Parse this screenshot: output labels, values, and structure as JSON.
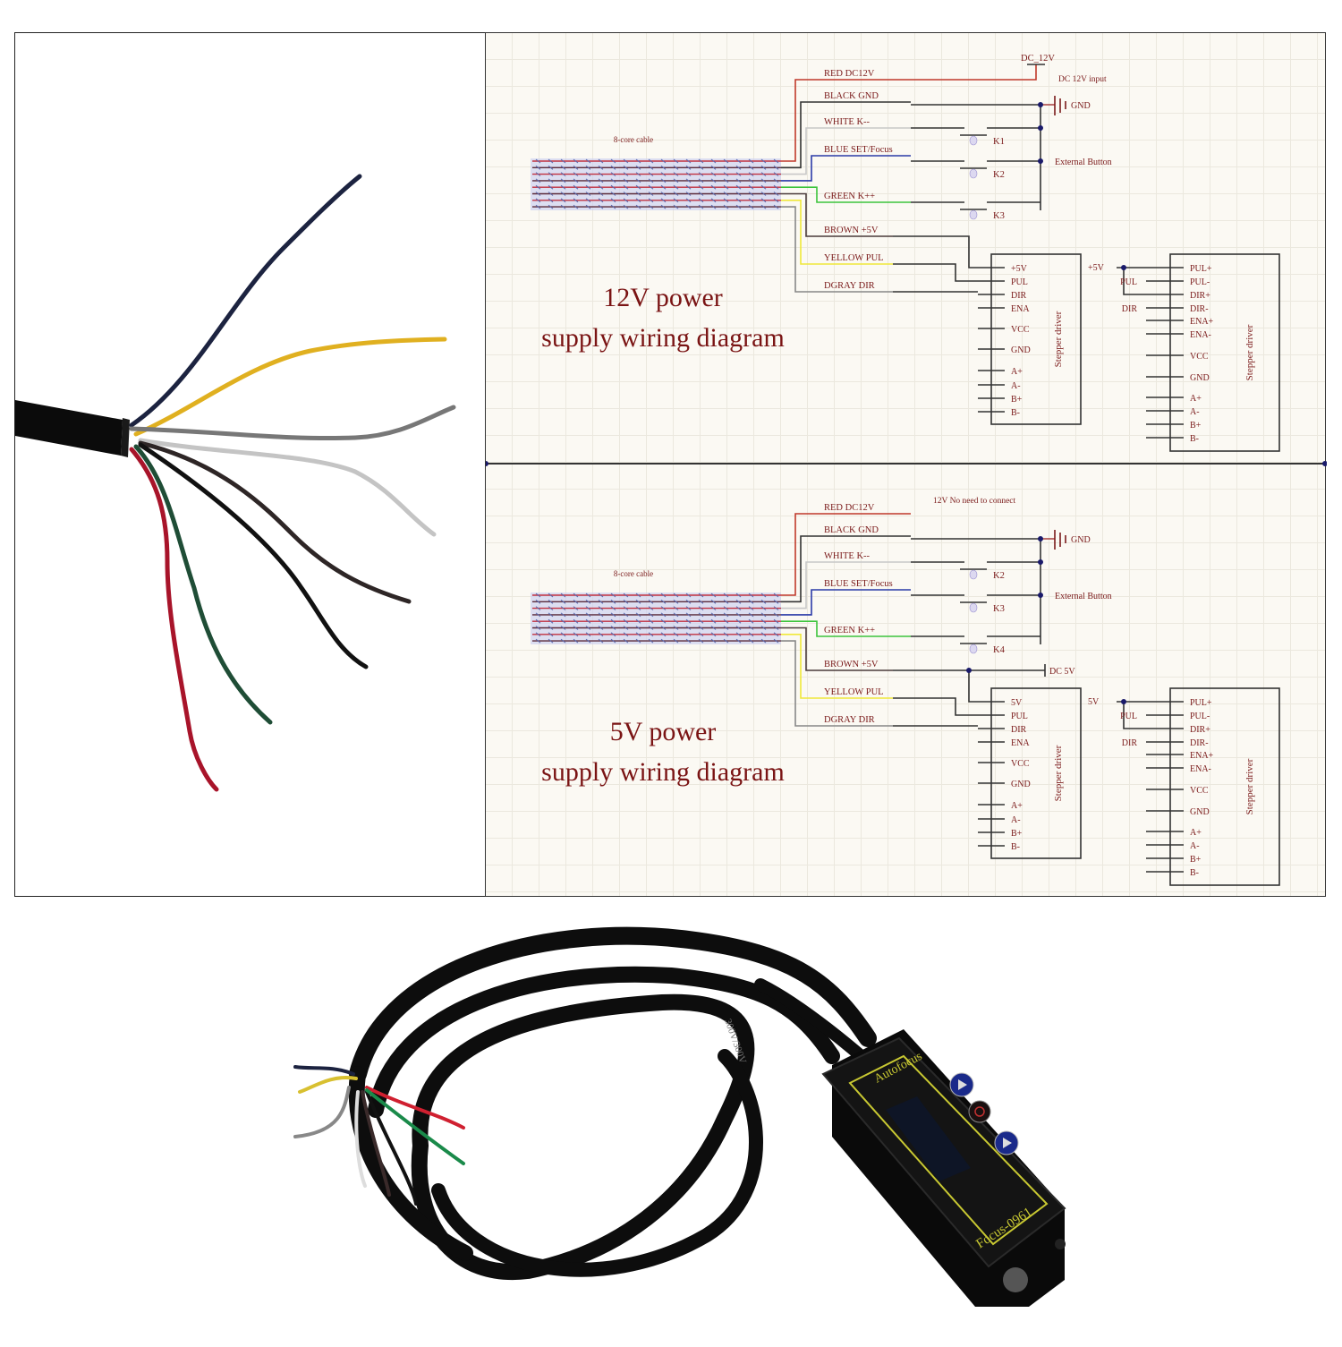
{
  "diagrams": [
    {
      "id": "12v",
      "title_line1": "12V power",
      "title_line2": "supply wiring diagram",
      "cable_label": "8-core cable",
      "wires": [
        {
          "label": "RED DC12V",
          "color": "#c0392b"
        },
        {
          "label": "BLACK GND",
          "color": "#333333"
        },
        {
          "label": "WHITE K--",
          "color": "#c8c8c8"
        },
        {
          "label": "BLUE SET/Focus",
          "color": "#2a3aa8"
        },
        {
          "label": "GREEN K++",
          "color": "#3cc43c"
        },
        {
          "label": "BROWN +5V",
          "color": "#4a3a3a"
        },
        {
          "label": "YELLOW PUL",
          "color": "#f0e83a"
        },
        {
          "label": "DGRAY DIR",
          "color": "#888888"
        }
      ],
      "power_label": "DC_12V",
      "power_note": "DC 12V input",
      "gnd_label": "GND",
      "switches": [
        "K1",
        "K2",
        "K3"
      ],
      "button_note": "External Button",
      "driver1": {
        "name": "Stepper driver",
        "pins": [
          "+5V",
          "PUL",
          "DIR",
          "ENA",
          "VCC",
          "GND",
          "A+",
          "A-",
          "B+",
          "B-"
        ]
      },
      "supply_label": "+5V",
      "driver2": {
        "name": "Stepper driver",
        "side_labels": [
          "PUL",
          "DIR"
        ],
        "pins": [
          "PUL+",
          "PUL-",
          "DIR+",
          "DIR-",
          "ENA+",
          "ENA-",
          "VCC",
          "GND",
          "A+",
          "A-",
          "B+",
          "B-"
        ]
      }
    },
    {
      "id": "5v",
      "title_line1": "5V power",
      "title_line2": "supply wiring diagram",
      "cable_label": "8-core cable",
      "wires": [
        {
          "label": "RED DC12V",
          "color": "#c0392b"
        },
        {
          "label": "BLACK GND",
          "color": "#333333"
        },
        {
          "label": "WHITE K--",
          "color": "#c8c8c8"
        },
        {
          "label": "BLUE SET/Focus",
          "color": "#2a3aa8"
        },
        {
          "label": "GREEN K++",
          "color": "#3cc43c"
        },
        {
          "label": "BROWN +5V",
          "color": "#4a3a3a"
        },
        {
          "label": "YELLOW PUL",
          "color": "#f0e83a"
        },
        {
          "label": "DGRAY DIR",
          "color": "#888888"
        }
      ],
      "power_note": "12V No need to connect",
      "gnd_label": "GND",
      "switches": [
        "K2",
        "K3",
        "K4"
      ],
      "button_note": "External Button",
      "dc5_label": "DC 5V",
      "driver1": {
        "name": "Stepper driver",
        "pins": [
          "5V",
          "PUL",
          "DIR",
          "ENA",
          "VCC",
          "GND",
          "A+",
          "A-",
          "B+",
          "B-"
        ]
      },
      "supply_label": "5V",
      "driver2": {
        "name": "Stepper driver",
        "side_labels": [
          "PUL",
          "DIR"
        ],
        "pins": [
          "PUL+",
          "PUL-",
          "DIR+",
          "DIR-",
          "ENA+",
          "ENA-",
          "VCC",
          "GND",
          "A+",
          "A-",
          "B+",
          "B-"
        ]
      }
    }
  ],
  "photo_wires": [
    {
      "name": "blue",
      "color": "#1c2340"
    },
    {
      "name": "yellow",
      "color": "#e0b020"
    },
    {
      "name": "gray",
      "color": "#777777"
    },
    {
      "name": "white",
      "color": "#c4c4c4"
    },
    {
      "name": "brown",
      "color": "#2e2626"
    },
    {
      "name": "black",
      "color": "#111111"
    },
    {
      "name": "green",
      "color": "#1f4d36"
    },
    {
      "name": "red",
      "color": "#a8142a"
    }
  ],
  "device": {
    "brand_label": "Autofocus",
    "model_label": "Focus-0961",
    "cable_print": "300V/300V"
  },
  "colors": {
    "text_dark_red": "#7a1a1a",
    "wire_black": "#333333",
    "junction": "#1a1a6a",
    "device_trim": "#c8c832",
    "button_blue": "#1a2a8a"
  }
}
